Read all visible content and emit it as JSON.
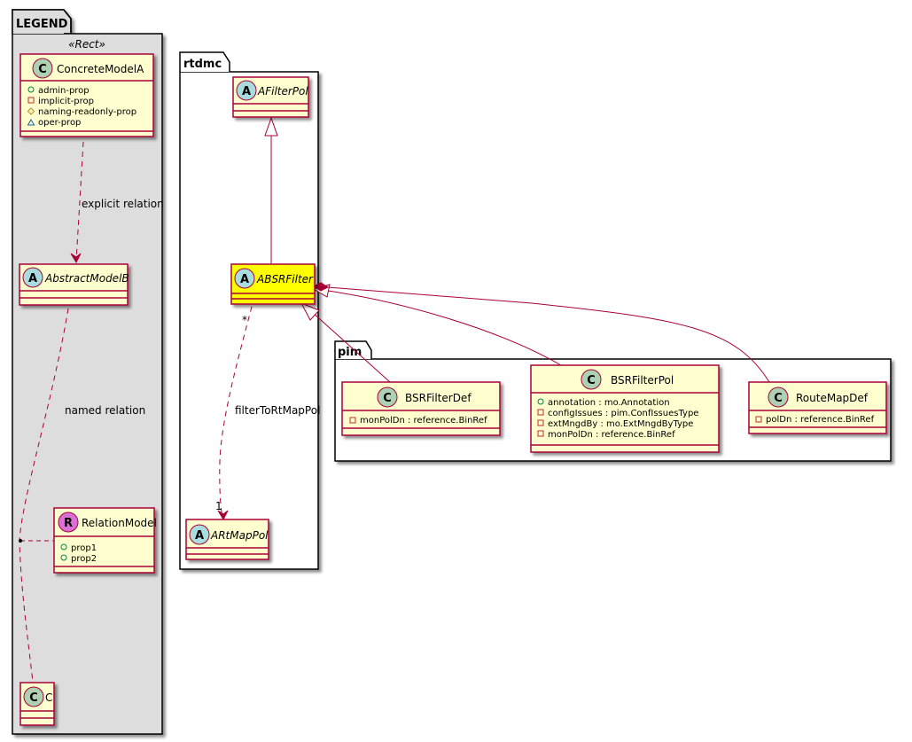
{
  "colors": {
    "class_fill": "#FEFECE",
    "class_border": "#A80036",
    "highlight_fill": "#FFFF00",
    "legend_bg": "#DDDDDD",
    "spot_class": "#ADD1B2",
    "spot_abstract": "#A9DCDF",
    "spot_relation": "#DA70D6",
    "vis_public": "#038048",
    "vis_private": "#C82930",
    "vis_protected": "#B38D22",
    "vis_package": "#1963A0"
  },
  "packages": {
    "legend": {
      "name": "LEGEND",
      "stereotype": "«Rect»"
    },
    "rtdmc": {
      "name": "rtdmc"
    },
    "pim": {
      "name": "pim"
    }
  },
  "classes": {
    "concrete_model_a": {
      "name": "ConcreteModelA",
      "spot": "C",
      "abstract": false,
      "attributes": [
        {
          "vis": "public",
          "text": "admin-prop"
        },
        {
          "vis": "private",
          "text": "implicit-prop"
        },
        {
          "vis": "protected",
          "text": "naming-readonly-prop"
        },
        {
          "vis": "package",
          "text": "oper-prop"
        }
      ]
    },
    "abstract_model_b": {
      "name": "AbstractModelB",
      "spot": "A",
      "abstract": true,
      "attributes": []
    },
    "relation_model": {
      "name": "RelationModel",
      "spot": "R",
      "abstract": false,
      "attributes": [
        {
          "vis": "public",
          "text": "prop1"
        },
        {
          "vis": "public",
          "text": "prop2"
        }
      ]
    },
    "c": {
      "name": "C",
      "spot": "C",
      "abstract": false,
      "attributes": []
    },
    "afilterpol": {
      "name": "AFilterPol",
      "spot": "A",
      "abstract": true,
      "attributes": []
    },
    "absrfilter": {
      "name": "ABSRFilter",
      "spot": "A",
      "abstract": true,
      "highlighted": true,
      "attributes": []
    },
    "artmappol": {
      "name": "ARtMapPol",
      "spot": "A",
      "abstract": true,
      "attributes": []
    },
    "bsrfilterdef": {
      "name": "BSRFilterDef",
      "spot": "C",
      "abstract": false,
      "attributes": [
        {
          "vis": "private",
          "text": "monPolDn : reference.BinRef"
        }
      ]
    },
    "bsrfilterpol": {
      "name": "BSRFilterPol",
      "spot": "C",
      "abstract": false,
      "attributes": [
        {
          "vis": "public",
          "text": "annotation : mo.Annotation"
        },
        {
          "vis": "private",
          "text": "configIssues : pim.ConfIssuesType"
        },
        {
          "vis": "private",
          "text": "extMngdBy : mo.ExtMngdByType"
        },
        {
          "vis": "private",
          "text": "monPolDn : reference.BinRef"
        }
      ]
    },
    "routemapdef": {
      "name": "RouteMapDef",
      "spot": "C",
      "abstract": false,
      "attributes": [
        {
          "vis": "private",
          "text": "polDn : reference.BinRef"
        }
      ]
    }
  },
  "relations": {
    "explicit": {
      "label": "explicit relation"
    },
    "named": {
      "label": "named relation"
    },
    "filter_to_rtmap": {
      "label": "filterToRtMapPol",
      "source_mult": "*",
      "target_mult": "1"
    }
  }
}
